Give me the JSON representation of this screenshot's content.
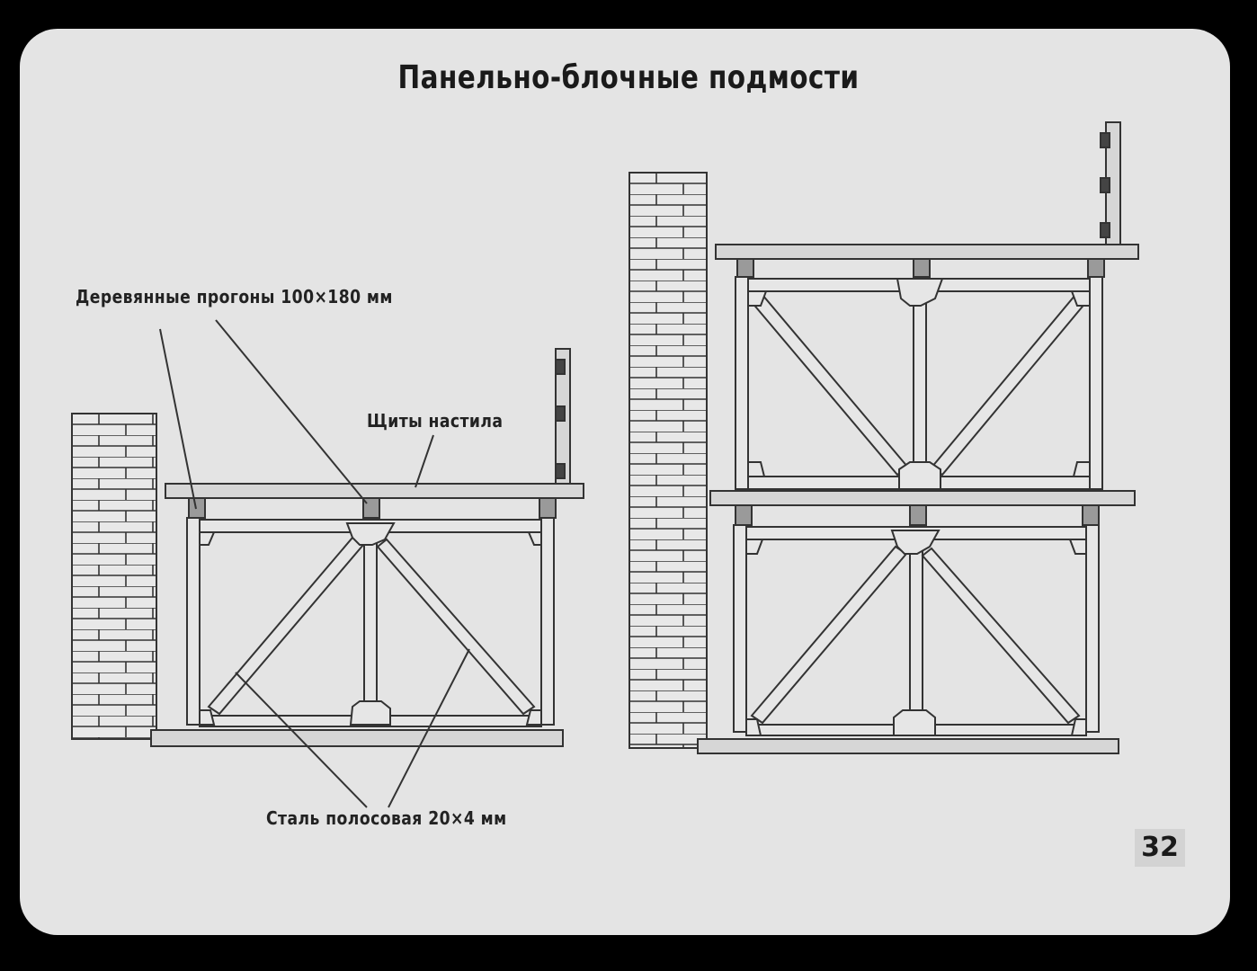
{
  "title": "Панельно-блочные подмости",
  "labels": {
    "purlins": "Деревянные прогоны 100×180 мм",
    "deck_panels": "Щиты настила",
    "steel_strip": "Сталь полосовая 20×4 мм"
  },
  "page_number": "32"
}
